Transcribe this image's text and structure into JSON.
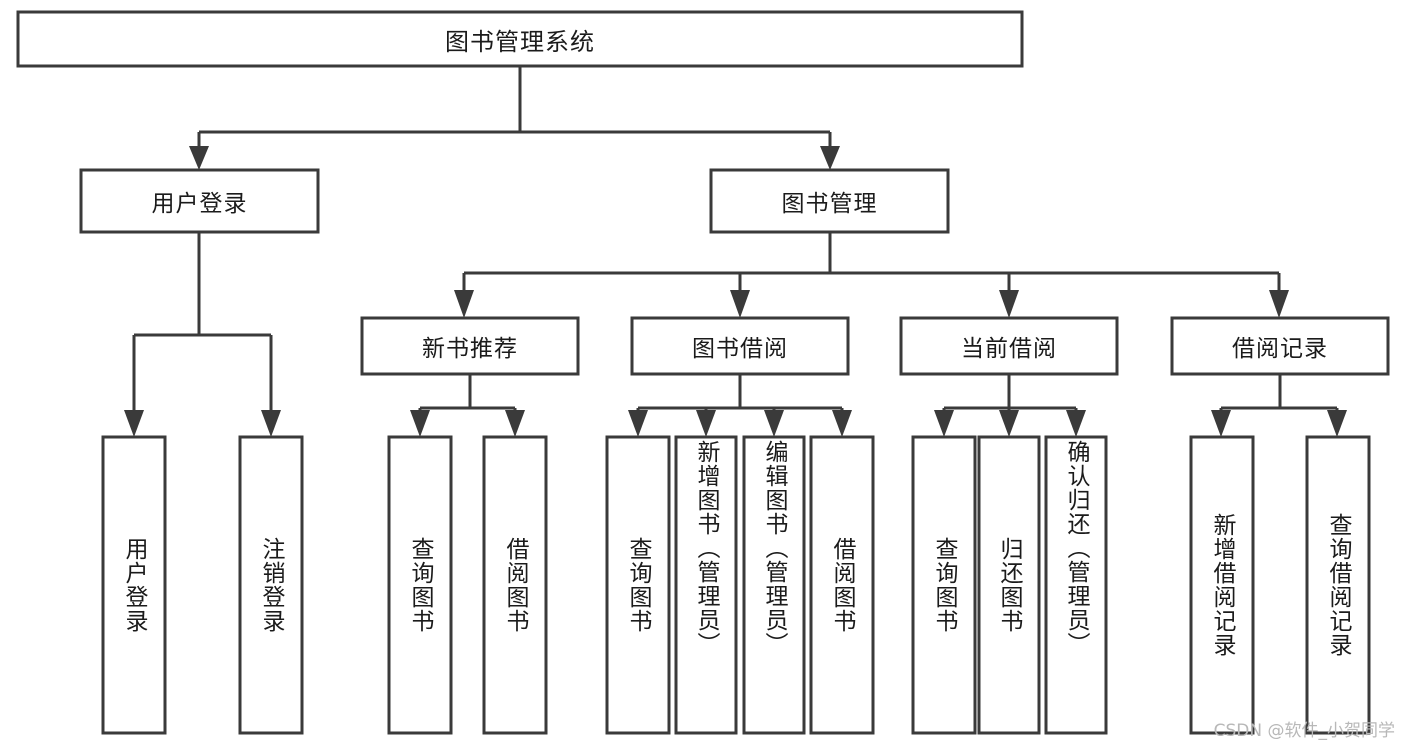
{
  "diagram": {
    "type": "tree-hierarchy",
    "title": "图书管理系统",
    "watermark": "CSDN @软件_小贺同学",
    "colors": {
      "box_stroke": "#3a3a3a",
      "box_fill": "#ffffff",
      "text": "#1b1b1b",
      "background": "#ffffff",
      "watermark": "#b8b8b8"
    },
    "root": {
      "label": "图书管理系统"
    },
    "level2": [
      {
        "label": "用户登录"
      },
      {
        "label": "图书管理"
      }
    ],
    "level3": [
      {
        "label": "新书推荐"
      },
      {
        "label": "图书借阅"
      },
      {
        "label": "当前借阅"
      },
      {
        "label": "借阅记录"
      }
    ],
    "leaves": {
      "user_login": [
        {
          "label": "用户登录"
        },
        {
          "label": "注销登录"
        }
      ],
      "new_book_recommend": [
        {
          "label": "查询图书"
        },
        {
          "label": "借阅图书"
        }
      ],
      "book_borrow": [
        {
          "label": "查询图书"
        },
        {
          "label": "新增图书（管理员）"
        },
        {
          "label": "编辑图书（管理员）"
        },
        {
          "label": "借阅图书"
        }
      ],
      "current_borrow": [
        {
          "label": "查询图书"
        },
        {
          "label": "归还图书"
        },
        {
          "label": "确认归还（管理员）"
        }
      ],
      "borrow_record": [
        {
          "label": "新增借阅记录"
        },
        {
          "label": "查询借阅记录"
        }
      ]
    }
  }
}
